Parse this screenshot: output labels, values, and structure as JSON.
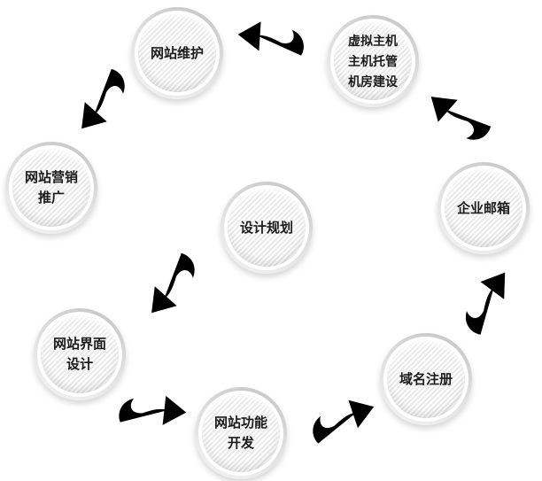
{
  "diagram": {
    "type": "cycle-diagram",
    "background": "#ffffff",
    "colors": {
      "background": "#ffffff",
      "node_ring": "#c2c2c2",
      "node_fill": "#e9e9e9",
      "node_stripe": "#ffffff",
      "arrow": "#b9b9b9",
      "text": "#1b1b1b"
    },
    "center_node": {
      "id": "design-planning",
      "label": "设计规划"
    },
    "nodes": [
      {
        "id": "website-maintenance",
        "label": "网站维护"
      },
      {
        "id": "hosting-services",
        "label": "虚拟主机\n主机托管\n机房建设"
      },
      {
        "id": "enterprise-email",
        "label": "企业邮箱"
      },
      {
        "id": "domain-registration",
        "label": "域名注册"
      },
      {
        "id": "website-function-development",
        "label": "网站功能\n开发"
      },
      {
        "id": "website-ui-design",
        "label": "网站界面\n设计"
      },
      {
        "id": "website-marketing-promotion",
        "label": "网站营销\n推广"
      }
    ],
    "flows": [
      {
        "from": "design-planning",
        "to": "website-ui-design"
      },
      {
        "from": "website-ui-design",
        "to": "website-function-development"
      },
      {
        "from": "website-function-development",
        "to": "domain-registration"
      },
      {
        "from": "domain-registration",
        "to": "enterprise-email"
      },
      {
        "from": "enterprise-email",
        "to": "hosting-services"
      },
      {
        "from": "hosting-services",
        "to": "website-maintenance"
      },
      {
        "from": "website-maintenance",
        "to": "website-marketing-promotion"
      }
    ]
  }
}
